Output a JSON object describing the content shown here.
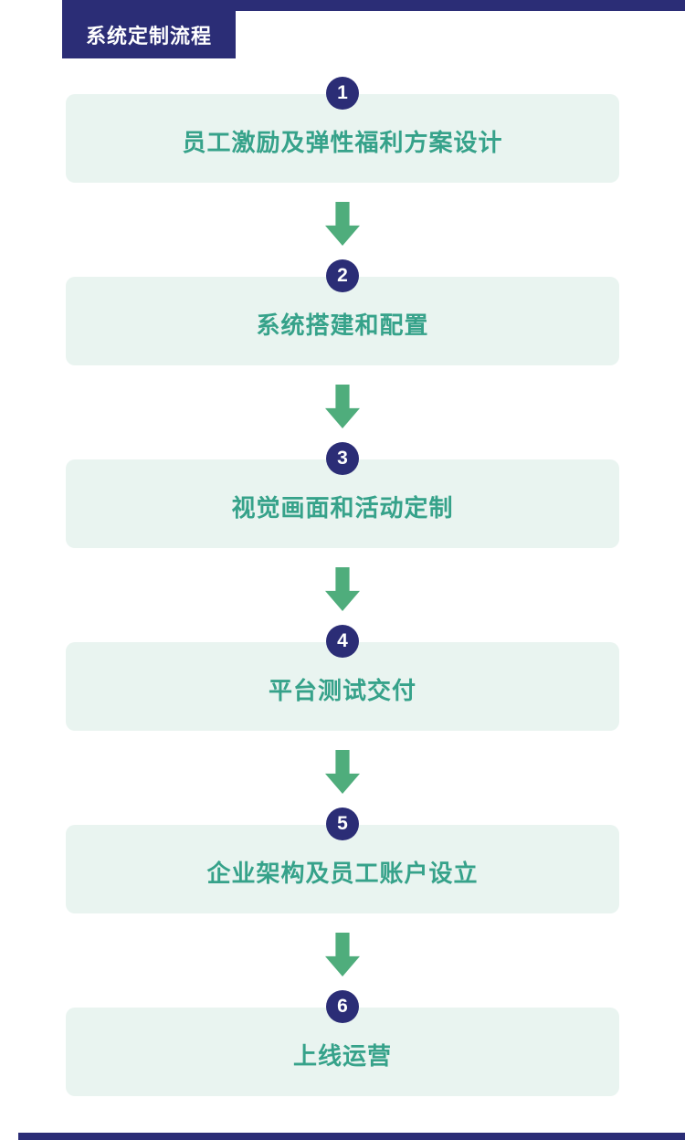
{
  "colors": {
    "navy": "#2b2d76",
    "mint": "#e9f4f0",
    "teal": "#36a28a",
    "green": "#4fad7c"
  },
  "header": {
    "title": "系统定制流程"
  },
  "steps": [
    {
      "number": "1",
      "label": "员工激励及弹性福利方案设计"
    },
    {
      "number": "2",
      "label": "系统搭建和配置"
    },
    {
      "number": "3",
      "label": "视觉画面和活动定制"
    },
    {
      "number": "4",
      "label": "平台测试交付"
    },
    {
      "number": "5",
      "label": "企业架构及员工账户设立"
    },
    {
      "number": "6",
      "label": "上线运营"
    }
  ]
}
